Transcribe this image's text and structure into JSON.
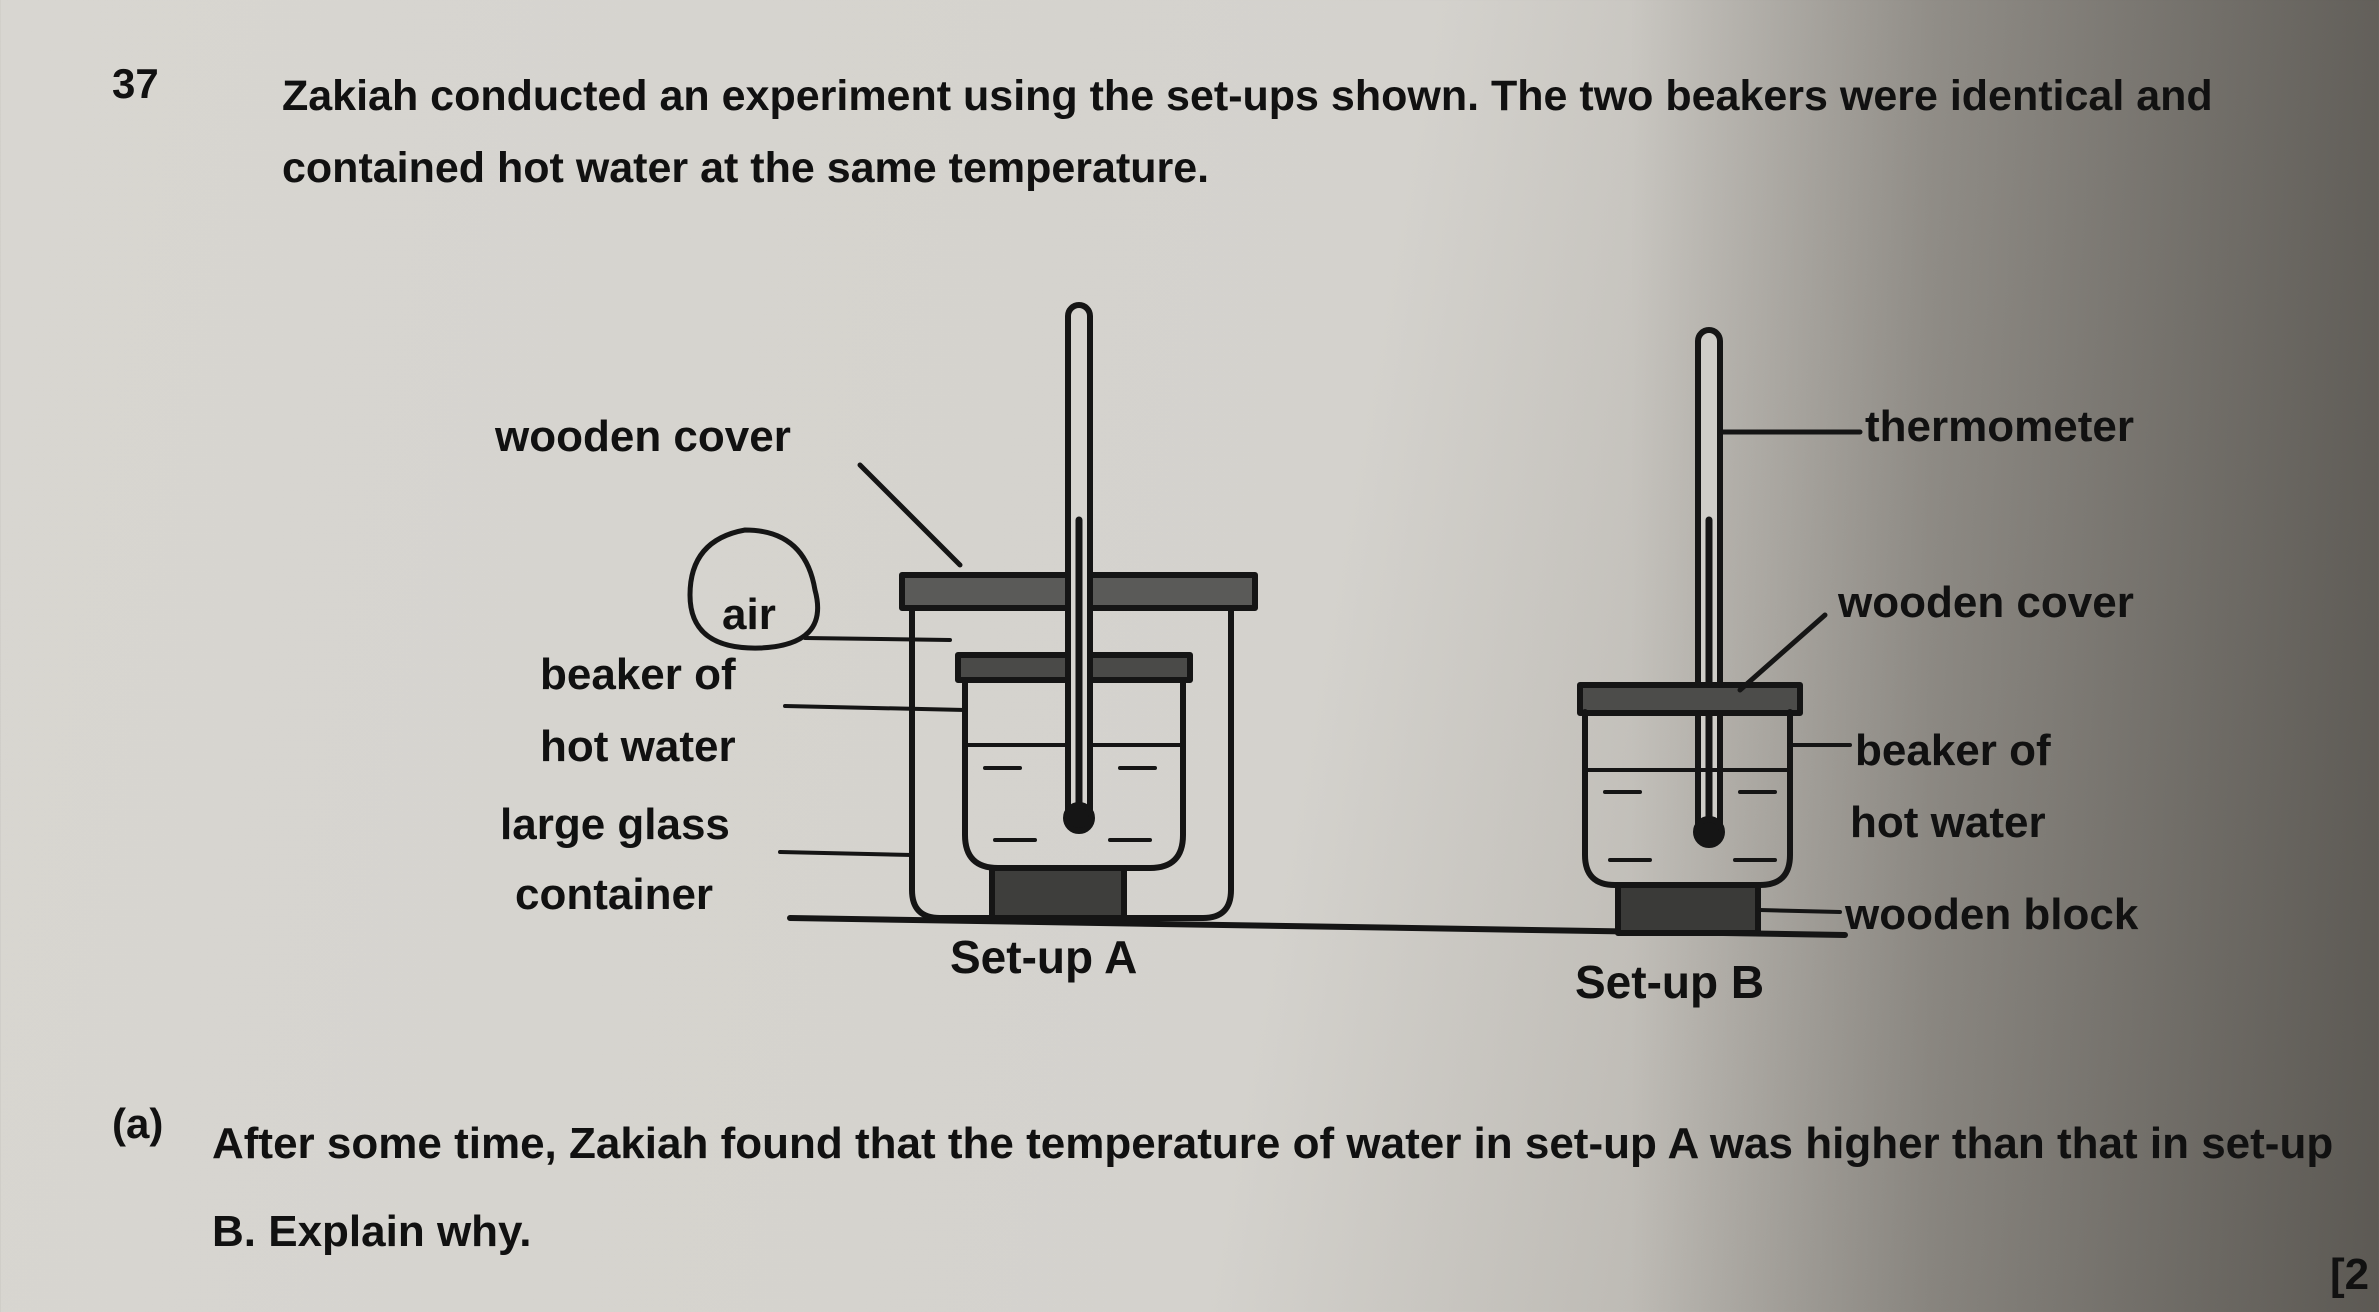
{
  "question": {
    "number": "37",
    "text": "Zakiah conducted an experiment using the set-ups shown. The two beakers were identical and contained hot water at the same temperature."
  },
  "diagram": {
    "setup_a": {
      "caption": "Set-up A",
      "labels": {
        "wooden_cover": "wooden cover",
        "air": "air",
        "beaker_line1": "beaker of",
        "beaker_line2": "hot water",
        "container_line1": "large glass",
        "container_line2": "container"
      }
    },
    "setup_b": {
      "caption": "Set-up B",
      "labels": {
        "thermometer": "thermometer",
        "wooden_cover": "wooden cover",
        "beaker_line1": "beaker of",
        "beaker_line2": "hot water",
        "wooden_block": "wooden block"
      }
    }
  },
  "part_a": {
    "label": "(a)",
    "text": "After some time, Zakiah found that the temperature of water in set-up A was higher than that in set-up B. Explain why.",
    "marks": "[2"
  }
}
